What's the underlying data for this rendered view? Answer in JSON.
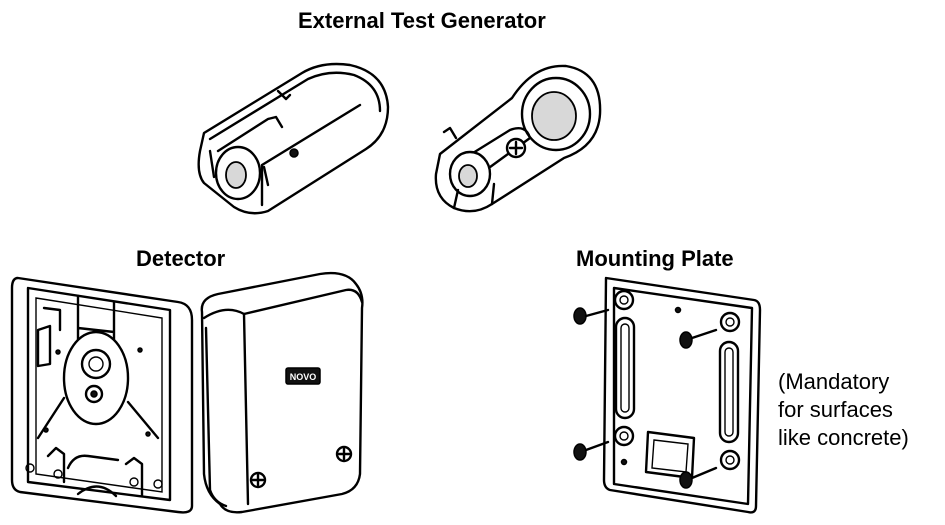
{
  "labels": {
    "generator_title": "External Test Generator",
    "detector_title": "Detector",
    "mounting_title": "Mounting Plate"
  },
  "note": {
    "line1": "(Mandatory",
    "line2": "for surfaces",
    "line3": "like concrete)"
  },
  "badge_text": "NOVO"
}
